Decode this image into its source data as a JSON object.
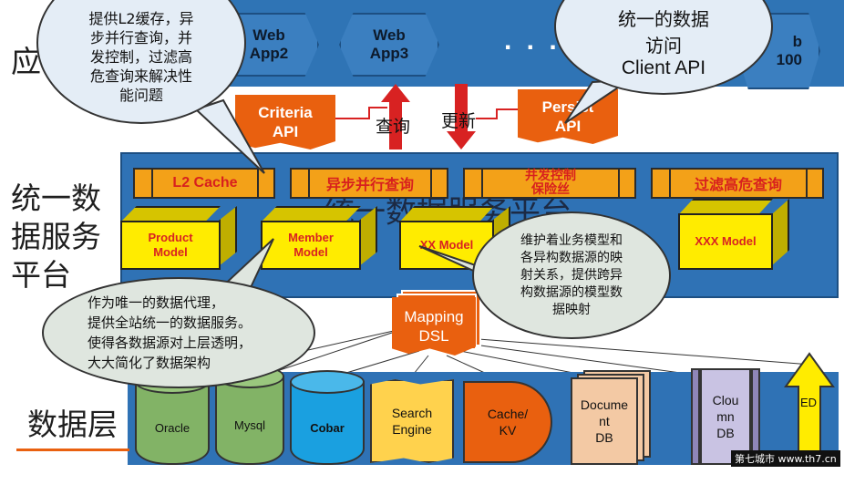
{
  "layers": {
    "app": "应",
    "platform": [
      "统一数",
      "据服务",
      "平台"
    ],
    "data": "数据层"
  },
  "apps": [
    {
      "label_line1": "Web",
      "label_line2": "App2"
    },
    {
      "label_line1": "Web",
      "label_line2": "App3"
    },
    {
      "label_line1": "b",
      "label_line2": "100"
    }
  ],
  "apps_ellipsis": ". . . .",
  "apis": [
    {
      "line1": "Criteria",
      "line2": "API"
    },
    {
      "line1": "Persist",
      "line2": "API"
    }
  ],
  "arrows": {
    "query": "查询",
    "update": "更新"
  },
  "platform": {
    "title_partial": "统一数据服务平台",
    "strip_items": [
      {
        "label": "L2 Cache"
      },
      {
        "label": "异步并行查询"
      },
      {
        "label": "并发控制\n保险丝"
      },
      {
        "label": "过滤高危查询"
      }
    ],
    "models": [
      {
        "line1": "Product",
        "line2": "Model"
      },
      {
        "line1": "Member",
        "line2": "Model"
      },
      {
        "line1": "XX Model",
        "line2": ""
      },
      {
        "line1": "XXX Model",
        "line2": ""
      }
    ],
    "mapping": {
      "line1": "Mapping",
      "line2": "DSL"
    }
  },
  "bubbles": {
    "top_left": [
      "提供L2缓存，异",
      "步并行查询，并",
      "发控制，过滤高",
      "危查询来解决性",
      "能问题"
    ],
    "top_right": [
      "统一的数据",
      "访问",
      "Client API"
    ],
    "middle_right": [
      "维护着业务模型和",
      "各异构数据源的映",
      "射关系，提供跨异",
      "构数据源的模型数",
      "据映射"
    ],
    "bottom_left": [
      "作为唯一的数据代理，",
      "提供全站统一的数据服务。",
      "使得各数据源对上层透明，",
      "大大简化了数据架构"
    ]
  },
  "data_sources": [
    {
      "label": "Oracle",
      "color": "#82b366"
    },
    {
      "label": "Mysql",
      "color": "#82b366"
    },
    {
      "label": "Cobar",
      "color": "#1aa0e0"
    },
    {
      "label": "Search\nEngine",
      "color": "#ffd24d"
    },
    {
      "label": "Cache/\nKV",
      "color": "#e9600f"
    },
    {
      "label": "Docume\nnt\nDB",
      "color": "#f3c9a4"
    },
    {
      "label": "Clou\nmn\nDB",
      "color": "#c9c3e3"
    },
    {
      "label": "ED",
      "color": "#ffec00"
    }
  ],
  "watermark": "第七城市  www.th7.cn",
  "colors": {
    "band_blue": "#2f72b5",
    "api_orange": "#e9600f",
    "strip_orange": "#f3a118",
    "model_yellow": "#ffec00",
    "arrow_red": "#d82222"
  }
}
